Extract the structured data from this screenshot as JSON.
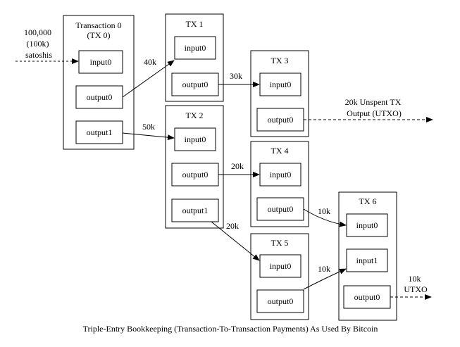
{
  "source": {
    "lines": [
      "100,000",
      "(100k)",
      "satoshis"
    ]
  },
  "transactions": [
    {
      "id": "tx0",
      "title_lines": [
        "Transaction 0",
        "(TX 0)"
      ],
      "slots": [
        "input0",
        "output0",
        "output1"
      ]
    },
    {
      "id": "tx1",
      "title_lines": [
        "TX 1"
      ],
      "slots": [
        "input0",
        "output0"
      ]
    },
    {
      "id": "tx2",
      "title_lines": [
        "TX 2"
      ],
      "slots": [
        "input0",
        "output0",
        "output1"
      ]
    },
    {
      "id": "tx3",
      "title_lines": [
        "TX 3"
      ],
      "slots": [
        "input0",
        "output0"
      ]
    },
    {
      "id": "tx4",
      "title_lines": [
        "TX 4"
      ],
      "slots": [
        "input0",
        "output0"
      ]
    },
    {
      "id": "tx5",
      "title_lines": [
        "TX 5"
      ],
      "slots": [
        "input0",
        "output0"
      ]
    },
    {
      "id": "tx6",
      "title_lines": [
        "TX 6"
      ],
      "slots": [
        "input0",
        "input1",
        "output0"
      ]
    }
  ],
  "edges": [
    {
      "id": "tx0-out0-to-tx1-in0",
      "label": "40k"
    },
    {
      "id": "tx0-out1-to-tx2-in0",
      "label": "50k"
    },
    {
      "id": "tx1-out0-to-tx3-in0",
      "label": "30k"
    },
    {
      "id": "tx2-out0-to-tx4-in0",
      "label": "20k"
    },
    {
      "id": "tx2-out1-to-tx5-in0",
      "label": "20k"
    },
    {
      "id": "tx4-out0-to-tx6-in0",
      "label": "10k"
    },
    {
      "id": "tx5-out0-to-tx6-in1",
      "label": "10k"
    }
  ],
  "utxo_outputs": [
    {
      "id": "tx3-utxo",
      "lines": [
        "20k Unspent TX",
        "Output (UTXO)"
      ]
    },
    {
      "id": "tx6-utxo",
      "lines": [
        "10k",
        "UTXO"
      ]
    }
  ],
  "caption": "Triple-Entry Bookkeeping (Transaction-To-Transaction Payments) As Used By Bitcoin"
}
